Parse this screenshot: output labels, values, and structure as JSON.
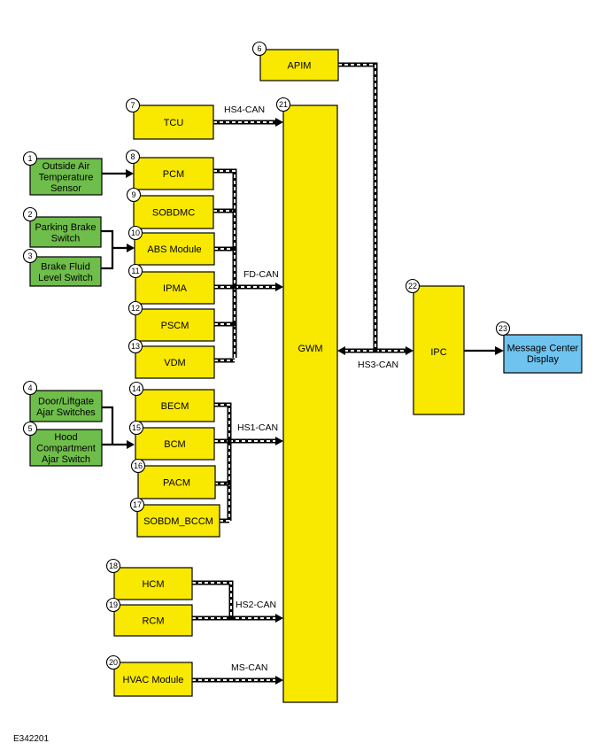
{
  "modules": {
    "n1": {
      "num": "1",
      "lines": [
        "Outside Air",
        "Temperature",
        "Sensor"
      ]
    },
    "n2": {
      "num": "2",
      "lines": [
        "Parking Brake",
        "Switch"
      ]
    },
    "n3": {
      "num": "3",
      "lines": [
        "Brake Fluid",
        "Level Switch"
      ]
    },
    "n4": {
      "num": "4",
      "lines": [
        "Door/Liftgate",
        "Ajar Switches"
      ]
    },
    "n5": {
      "num": "5",
      "lines": [
        "Hood",
        "Compartment",
        "Ajar Switch"
      ]
    },
    "n6": {
      "num": "6",
      "lines": [
        "APIM"
      ]
    },
    "n7": {
      "num": "7",
      "lines": [
        "TCU"
      ]
    },
    "n8": {
      "num": "8",
      "lines": [
        "PCM"
      ]
    },
    "n9": {
      "num": "9",
      "lines": [
        "SOBDMC"
      ]
    },
    "n10": {
      "num": "10",
      "lines": [
        "ABS Module"
      ]
    },
    "n11": {
      "num": "11",
      "lines": [
        "IPMA"
      ]
    },
    "n12": {
      "num": "12",
      "lines": [
        "PSCM"
      ]
    },
    "n13": {
      "num": "13",
      "lines": [
        "VDM"
      ]
    },
    "n14": {
      "num": "14",
      "lines": [
        "BECM"
      ]
    },
    "n15": {
      "num": "15",
      "lines": [
        "BCM"
      ]
    },
    "n16": {
      "num": "16",
      "lines": [
        "PACM"
      ]
    },
    "n17": {
      "num": "17",
      "lines": [
        "SOBDM_BCCM"
      ]
    },
    "n18": {
      "num": "18",
      "lines": [
        "HCM"
      ]
    },
    "n19": {
      "num": "19",
      "lines": [
        "RCM"
      ]
    },
    "n20": {
      "num": "20",
      "lines": [
        "HVAC Module"
      ]
    },
    "n21": {
      "num": "21",
      "lines": [
        "GWM"
      ]
    },
    "n22": {
      "num": "22",
      "lines": [
        "IPC"
      ]
    },
    "n23": {
      "num": "23",
      "lines": [
        "Message Center",
        "Display"
      ]
    }
  },
  "buses": {
    "hs4": "HS4-CAN",
    "fd": "FD-CAN",
    "hs1": "HS1-CAN",
    "hs2": "HS2-CAN",
    "ms": "MS-CAN",
    "hs3": "HS3-CAN"
  },
  "colors": {
    "module": "#f9e800",
    "switch": "#6fbd4a",
    "display": "#6ec3ef"
  },
  "figure_code": "E342201"
}
